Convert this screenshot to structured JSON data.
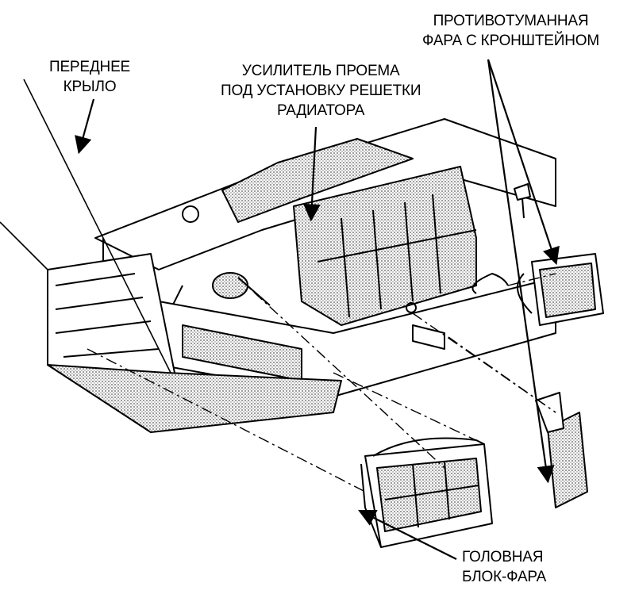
{
  "labels": {
    "fog_lamp": {
      "line1": "ПРОТИВОТУМАННАЯ",
      "line2": "ФАРА С КРОНШТЕЙНОМ"
    },
    "fender": {
      "line1": "ПЕРЕДНЕЕ",
      "line2": "КРЫЛО"
    },
    "grille_reinforcement": {
      "line1": "УСИЛИТЕЛЬ ПРОЕМА",
      "line2": "ПОД УСТАНОВКУ РЕШЕТКИ",
      "line3": "РАДИАТОРА"
    },
    "headlamp": {
      "line1": "ГОЛОВНАЯ",
      "line2": "БЛОК-ФАРА"
    }
  },
  "colors": {
    "ink": "#000000",
    "shade": "#9a9a9a",
    "paper": "#ffffff"
  }
}
